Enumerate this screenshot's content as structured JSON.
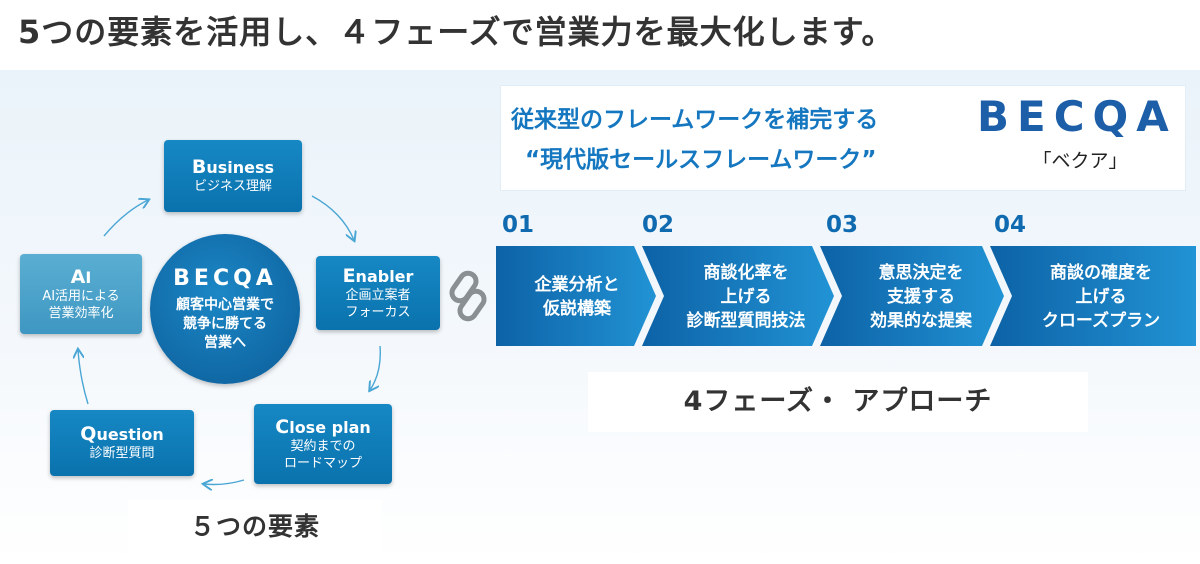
{
  "headline": "5つの要素を活用し、４フェーズで営業力を最大化します。",
  "cycle": {
    "center": {
      "logo": "BECQA",
      "lines": [
        "顧客中心営業で",
        "競争に勝てる",
        "営業へ"
      ]
    },
    "nodes": [
      {
        "cap": "B",
        "rest": "usiness",
        "sub": [
          "ビジネス理解"
        ],
        "style": "dark"
      },
      {
        "cap": "E",
        "rest": "nabler",
        "sub": [
          "企画立案者",
          "フォーカス"
        ],
        "style": "dark"
      },
      {
        "cap": "C",
        "rest": "lose plan",
        "sub": [
          "契約までの",
          "ロードマップ"
        ],
        "style": "dark"
      },
      {
        "cap": "Q",
        "rest": "uestion",
        "sub": [
          "診断型質問"
        ],
        "style": "dark"
      },
      {
        "cap": "A",
        "rest": "I",
        "sub": [
          "AI活用による",
          "営業効率化"
        ],
        "style": "light"
      }
    ],
    "caption": "５つの要素"
  },
  "framework": {
    "tagline1": "従来型のフレームワークを補完する",
    "tagline2": "“現代版セールスフレームワーク”",
    "logo": "BECQA",
    "reading": "「ベクア」"
  },
  "phases": [
    {
      "num": "01",
      "lines": [
        "企業分析と",
        "仮説構築"
      ]
    },
    {
      "num": "02",
      "lines": [
        "商談化率を",
        "上げる",
        "診断型質問技法"
      ]
    },
    {
      "num": "03",
      "lines": [
        "意思決定を",
        "支援する",
        "効果的な提案"
      ]
    },
    {
      "num": "04",
      "lines": [
        "商談の確度を",
        "上げる",
        "クローズプラン"
      ]
    }
  ],
  "phase_caption": "4フェーズ・ アプローチ",
  "colors": {
    "primary": "#0a72ad",
    "light": "#3e97c2",
    "text": "#1577c0",
    "chevron_dark": "#0d62a6",
    "chevron_light": "#1e8fd0"
  }
}
